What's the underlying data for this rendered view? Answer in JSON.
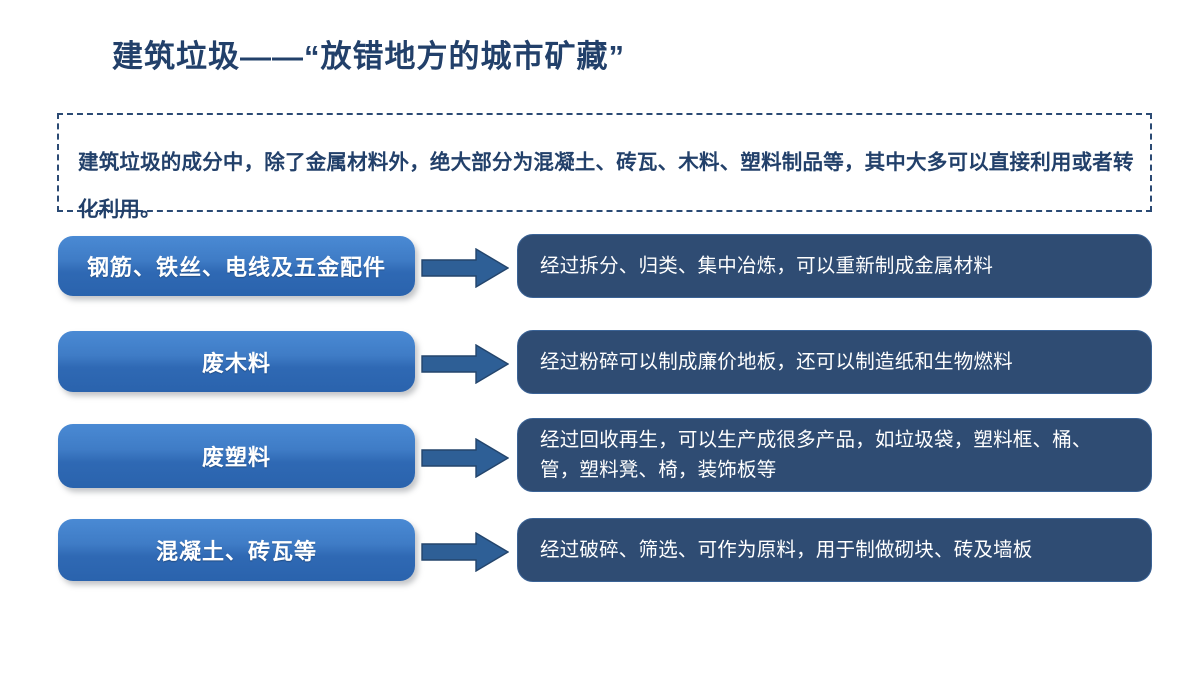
{
  "slide": {
    "title": "建筑垃圾——“放错地方的城市矿藏”",
    "intro": "建筑垃圾的成分中，除了金属材料外，绝大部分为混凝土、砖瓦、木料、塑料制品等，其中大多可以直接利用或者转化利用。"
  },
  "colors": {
    "title_navy": "#22406a",
    "pill_blue_light": "#4a8ad4",
    "pill_blue_dark": "#2a63ad",
    "desc_navy": "#2f4c73",
    "desc_border": "#3b6396",
    "arrow_blue": "#2e5f96",
    "dashed_border": "#2b4a74",
    "background": "#ffffff"
  },
  "rows": [
    {
      "material": "钢筋、铁丝、电线及五金配件",
      "arrow_icon": "right-arrow-icon",
      "treatment": "经过拆分、归类、集中冶炼，可以重新制成金属材料"
    },
    {
      "material": "废木料",
      "arrow_icon": "right-arrow-icon",
      "treatment": "经过粉碎可以制成廉价地板，还可以制造纸和生物燃料"
    },
    {
      "material": "废塑料",
      "arrow_icon": "right-arrow-icon",
      "treatment": "经过回收再生，可以生产成很多产品，如垃圾袋，塑料框、桶、管，塑料凳、椅，装饰板等"
    },
    {
      "material": "混凝土、砖瓦等",
      "arrow_icon": "right-arrow-icon",
      "treatment": "经过破碎、筛选、可作为原料，用于制做砌块、砖及墙板"
    }
  ]
}
